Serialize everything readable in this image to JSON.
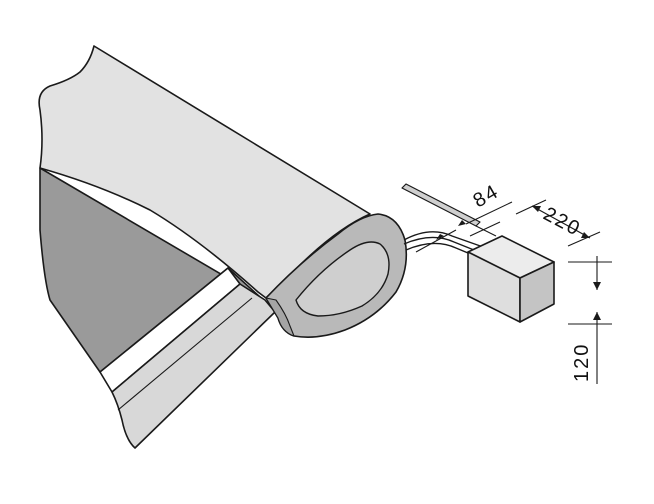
{
  "diagram": {
    "dimensions": {
      "cable_offset": "84",
      "box_length": "220",
      "box_height": "120"
    },
    "colors": {
      "awning_cover": "#e2e2e2",
      "fabric_dark": "#9a9a9a",
      "fabric_light": "#d8d8d8",
      "end_cap": "#b9b9b9",
      "end_cap_inner": "#cfcfcf",
      "box_front": "#dedede",
      "box_top": "#ececec",
      "box_side": "#c4c4c4",
      "line": "#1a1a1a"
    }
  }
}
